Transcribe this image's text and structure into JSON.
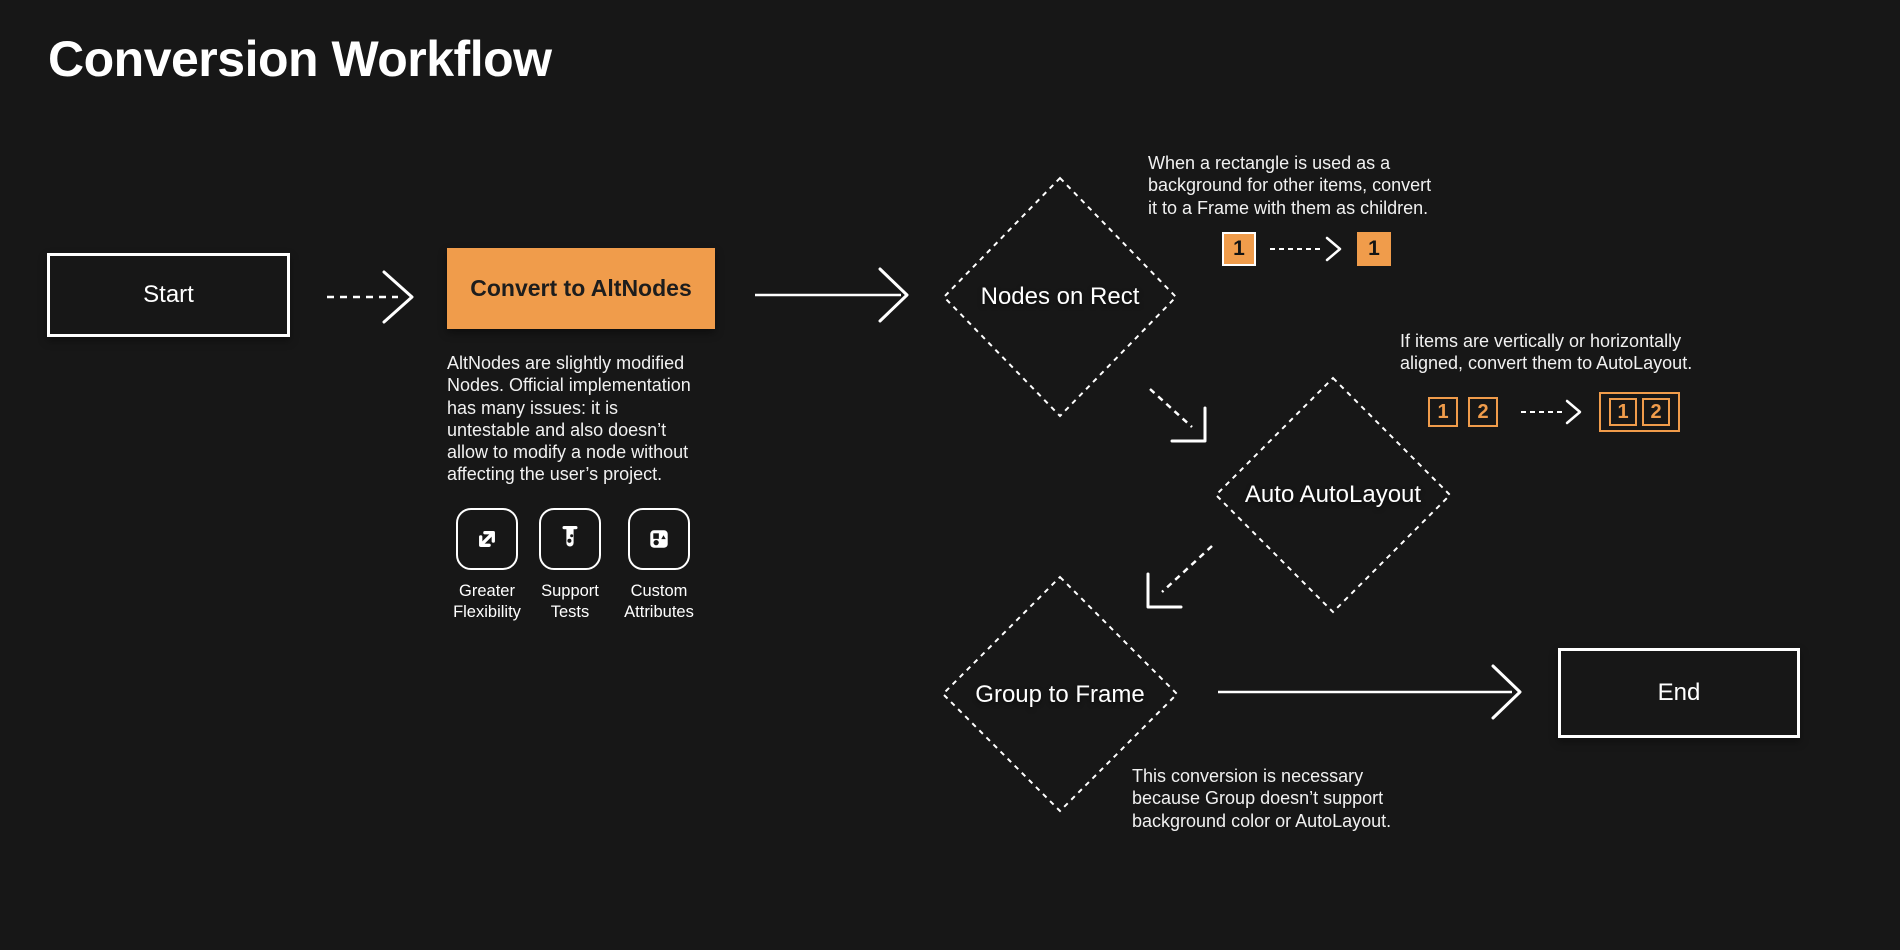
{
  "title": "Conversion Workflow",
  "colors": {
    "background": "#171717",
    "accent_orange": "#F09C4B",
    "line_white": "#FFFFFF",
    "process_text": "#1D1D1D"
  },
  "nodes": {
    "start": {
      "label": "Start"
    },
    "convert": {
      "label": "Convert to AltNodes",
      "description_lines": [
        "AltNodes are slightly modified",
        "Nodes. Official implementation",
        "has many issues: it is",
        "untestable and also doesn’t",
        "allow to modify a node without",
        "affecting the user’s project."
      ],
      "features": [
        {
          "icon": "expand-arrows-icon",
          "label": "Greater Flexibility"
        },
        {
          "icon": "test-tube-icon",
          "label": "Support Tests"
        },
        {
          "icon": "shapes-icon",
          "label": "Custom Attributes"
        }
      ]
    },
    "nodes_on_rect": {
      "label": "Nodes on Rect",
      "annotation_lines": [
        "When a rectangle is used as a",
        "background for other items, convert",
        "it to a Frame with them as children."
      ],
      "example": {
        "before": "1",
        "after": "1"
      }
    },
    "auto_autolayout": {
      "label": "Auto AutoLayout",
      "annotation_lines": [
        "If items are vertically or horizontally",
        "aligned, convert them to AutoLayout."
      ],
      "example": {
        "before": [
          "1",
          "2"
        ],
        "after": [
          "1",
          "2"
        ]
      }
    },
    "group_to_frame": {
      "label": "Group to Frame",
      "annotation_lines": [
        "This conversion is necessary",
        "because Group doesn’t support",
        "background color or AutoLayout."
      ]
    },
    "end": {
      "label": "End"
    }
  }
}
